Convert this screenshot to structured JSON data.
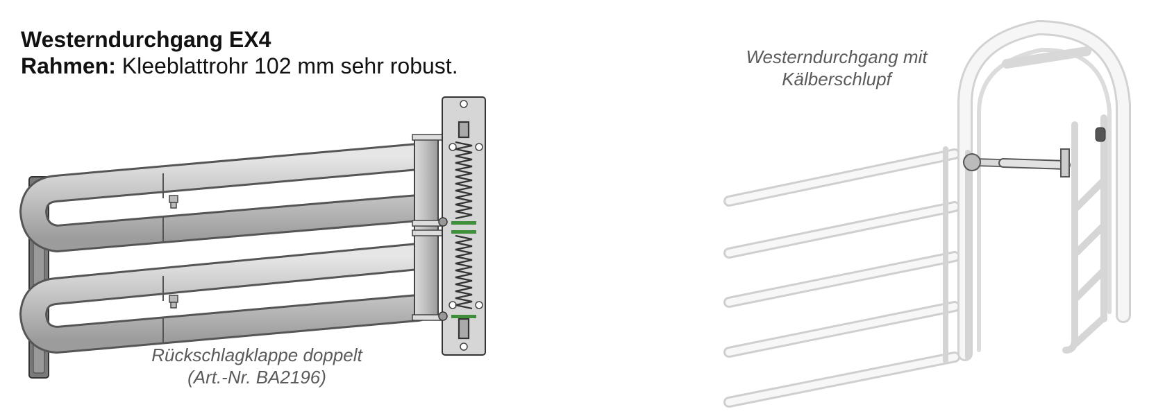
{
  "heading": {
    "title": "Westerndurchgang EX4",
    "frame_label": "Rahmen:",
    "frame_text": "Kleeblattrohr 102 mm sehr robust."
  },
  "left_figure": {
    "caption_line1": "Rückschlagklappe doppelt",
    "caption_line2": "(Art.-Nr. BA2196)"
  },
  "right_figure": {
    "caption_line1": "Westerndurchgang mit",
    "caption_line2": "Kälberschlupf"
  },
  "colors": {
    "pipe": "#c8c8c8",
    "pipe_outline": "#555555",
    "spring_accent": "#3f8f3a",
    "faded_line": "#c9c9c9",
    "caption": "#5a5a5a"
  }
}
